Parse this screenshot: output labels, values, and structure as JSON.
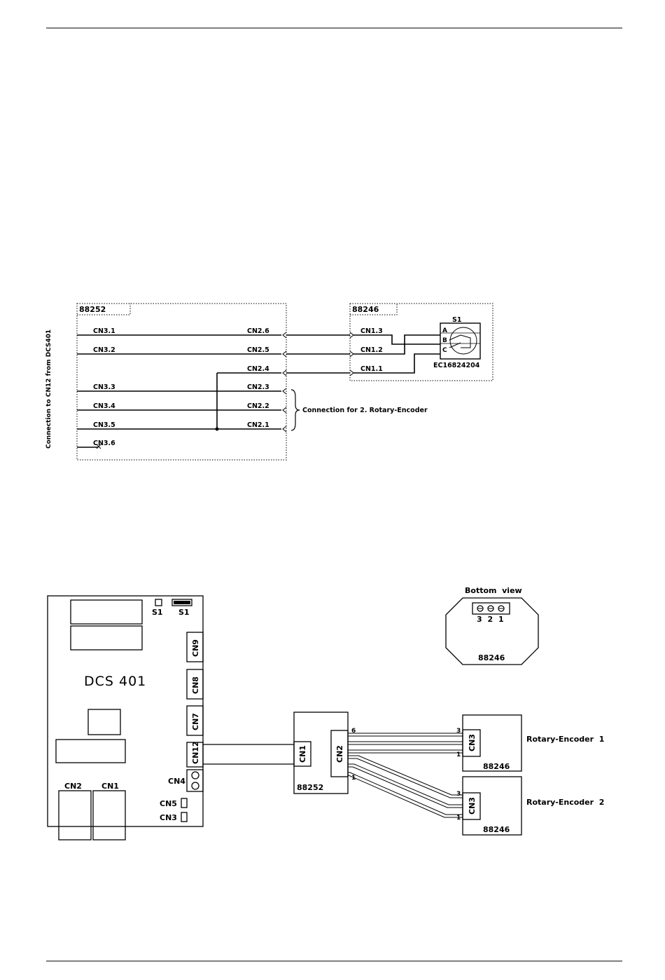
{
  "schematic": {
    "board_left": "88252",
    "board_right": "88246",
    "side_label": "Connection to CN12 from DCS401",
    "cn3_pins": [
      "CN3.1",
      "CN3.2",
      "CN3.3",
      "CN3.4",
      "CN3.5",
      "CN3.6"
    ],
    "cn2_pins": [
      "CN2.6",
      "CN2.5",
      "CN2.4",
      "CN2.3",
      "CN2.2",
      "CN2.1"
    ],
    "cn1_pins": [
      "CN1.3",
      "CN1.2",
      "CN1.1"
    ],
    "switch_label": "S1",
    "switch_terminals": [
      "A",
      "B",
      "C"
    ],
    "part_number": "EC16824204",
    "brace_label": "Connection for 2. Rotary-Encoder"
  },
  "layout": {
    "dcs_title": "DCS 401",
    "s1_small": "S1",
    "s1_dip": "S1",
    "connectors": [
      "CN9",
      "CN8",
      "CN7",
      "CN12"
    ],
    "cn4": "CN4",
    "cn5": "CN5",
    "cn3": "CN3",
    "cn2": "CN2",
    "cn1": "CN1",
    "board_88252": {
      "name": "88252",
      "cn1": "CN1",
      "cn2": "CN2",
      "pin_top": "6",
      "pin_bottom": "1"
    },
    "encoder1": {
      "cn": "CN3",
      "board": "88246",
      "pin_top": "3",
      "pin_bottom": "1",
      "label": "Rotary-Encoder  1"
    },
    "encoder2": {
      "cn": "CN3",
      "board": "88246",
      "pin_top": "3",
      "pin_bottom": "1",
      "label": "Rotary-Encoder  2"
    },
    "bottom_view": {
      "title": "Bottom  view",
      "pins": "3 2 1",
      "board": "88246"
    }
  }
}
